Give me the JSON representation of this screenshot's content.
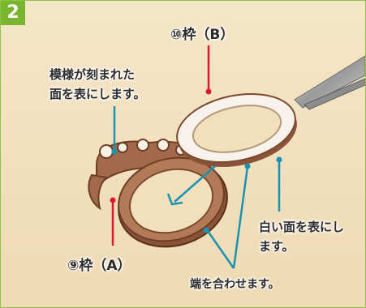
{
  "step": {
    "number": "2"
  },
  "labels": {
    "frame_b": "⑩枠（B）",
    "pattern_side": "模様が刻まれた\n面を表にします。",
    "white_side": "白い面を表にし\nます。",
    "frame_a": "⑨枠（A）",
    "align_edges": "端を合わせます。"
  },
  "colors": {
    "accent_green": "#7ab530",
    "callout_red": "#e0182d",
    "callout_teal": "#1a93b0",
    "wood": "#8a5236",
    "background": "#f2e1bf"
  }
}
